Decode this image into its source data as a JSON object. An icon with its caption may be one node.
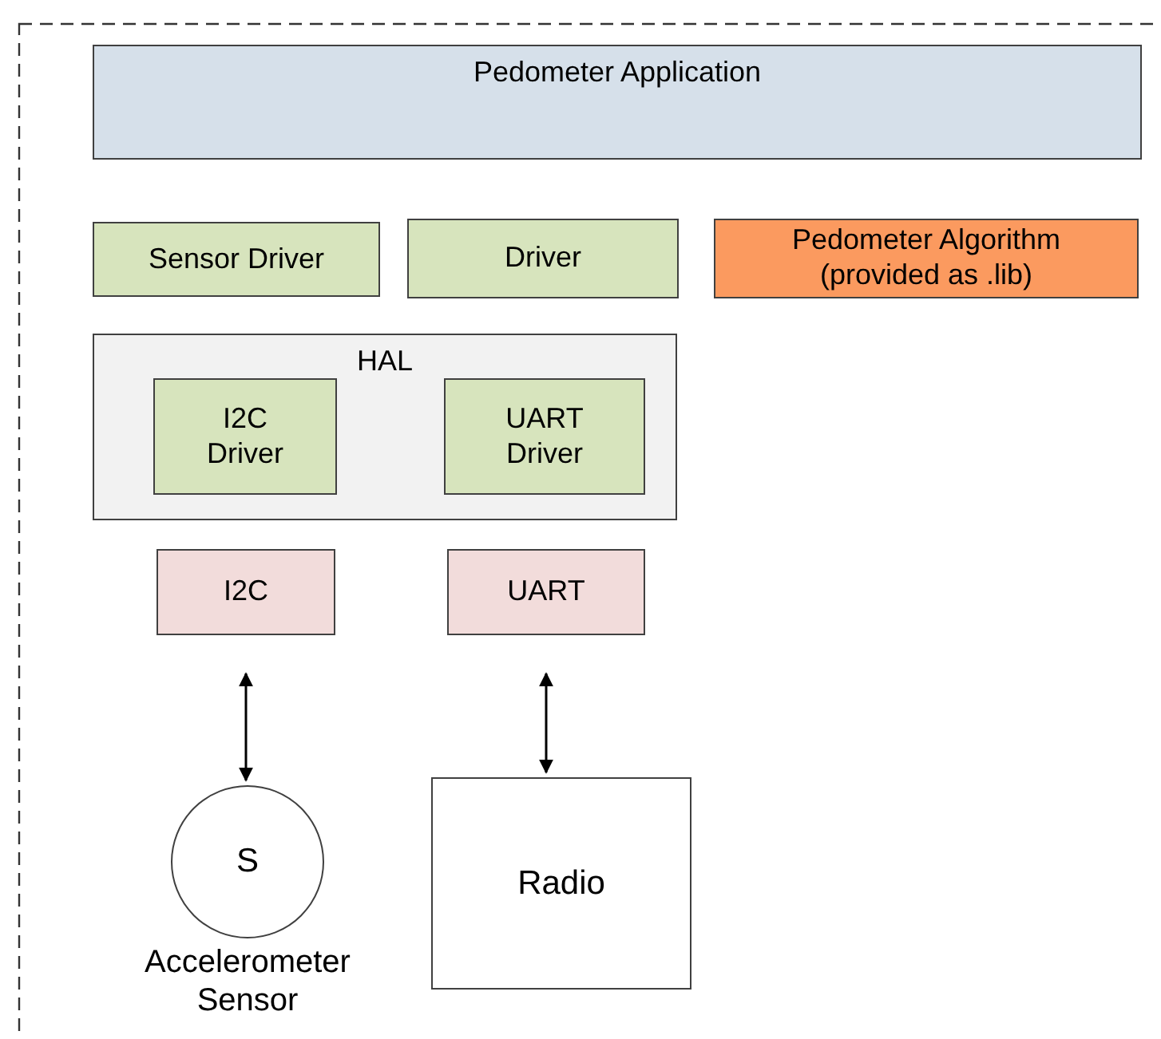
{
  "diagram": {
    "nodes": [
      {
        "text": [
          "Pedometer Application"
        ]
      },
      {
        "text": [
          "Sensor Driver"
        ]
      },
      {
        "text": [
          "Driver"
        ]
      },
      {
        "text": [
          "Pedometer Algorithm (provided as .lib)"
        ]
      },
      {
        "text": [
          "HAL"
        ]
      },
      {
        "text": [
          "I2C Driver"
        ],
        "in": 4
      },
      {
        "text": [
          "UART Driver"
        ],
        "in": 4
      },
      {
        "text": [
          "I2C"
        ]
      },
      {
        "text": [
          "UART"
        ]
      },
      {
        "text": [
          "S"
        ],
        "beside": [
          "Accelerometer Sensor"
        ]
      },
      {
        "text": [
          "Radio"
        ]
      }
    ],
    "edges": [
      {
        "from": 7,
        "to": 9,
        "arrow": "both"
      },
      {
        "from": 8,
        "to": 10,
        "arrow": "both"
      }
    ]
  }
}
